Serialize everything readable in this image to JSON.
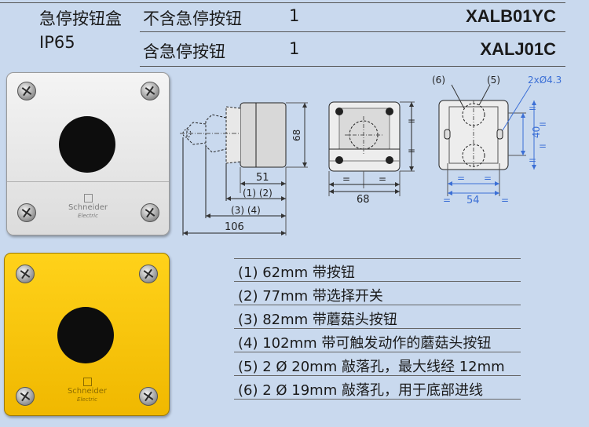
{
  "header": {
    "category": "急停按钮盒",
    "rating": "IP65",
    "rows": [
      {
        "description": "不含急停按钮",
        "quantity": "1",
        "code": "XALB01YC"
      },
      {
        "description": "含急停按钮",
        "quantity": "1",
        "code": "XALJ01C"
      }
    ]
  },
  "boxes": {
    "brand": "Schneider",
    "brand_sub": "Electric",
    "grey_color": "#e6e6e6",
    "yellow_color": "#f7c40c"
  },
  "drawing": {
    "dim_51": "51",
    "dim_68_side": "68",
    "dim_ref_12": "(1) (2)",
    "dim_ref_34": "(3) (4)",
    "dim_106": "106",
    "dim_68_front": "68",
    "eq": "=",
    "label_6": "(6)",
    "label_5": "(5)",
    "holes": "2xØ4.3",
    "dim_40": "40",
    "dim_54": "54"
  },
  "notes": [
    "(1) 62mm 带按钮",
    "(2) 77mm 带选择开关",
    "(3) 82mm 带蘑菇头按钮",
    "(4) 102mm 带可触发动作的蘑菇头按钮",
    "(5) 2 Ø 20mm 敲落孔，最大线经 12mm",
    "(6) 2 Ø 19mm 敲落孔，用于底部进线"
  ]
}
